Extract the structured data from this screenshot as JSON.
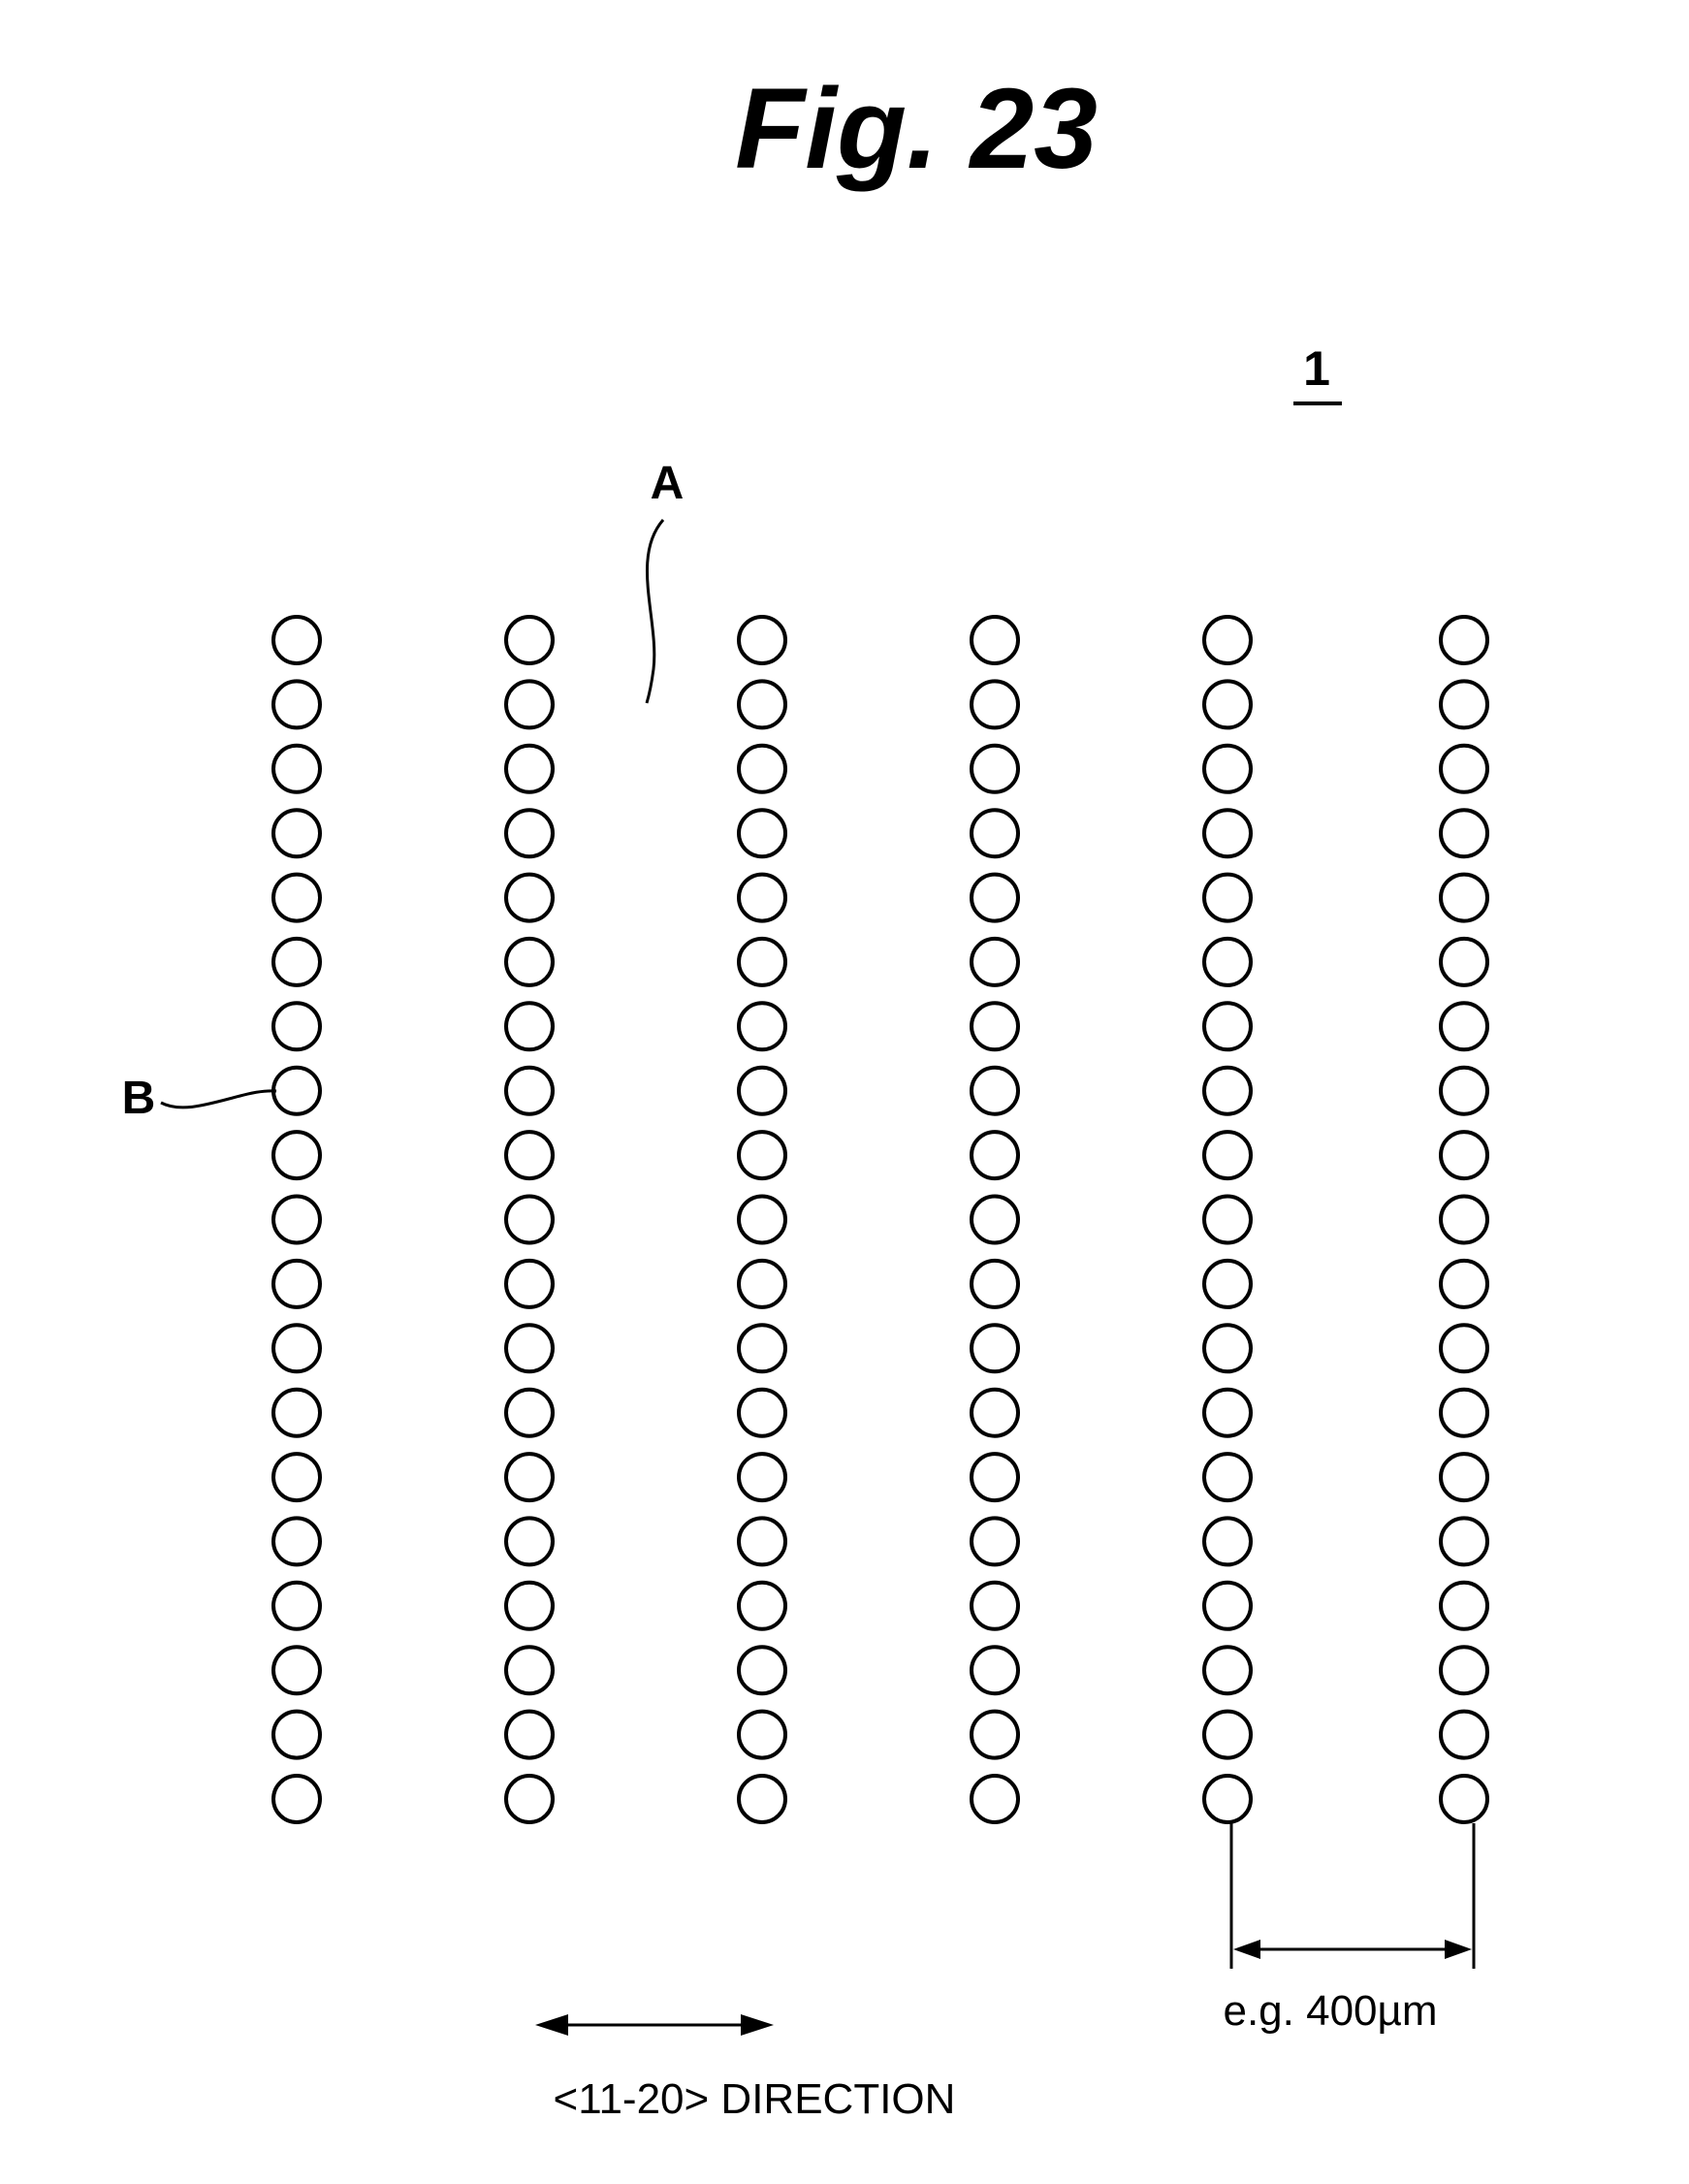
{
  "figure": {
    "title": "Fig. 23",
    "reference_numeral": "1",
    "label_a": "A",
    "label_b": "B",
    "spacing_label": "e.g. 400µm",
    "direction_label": "<11-20> DIRECTION"
  },
  "grid": {
    "columns": 6,
    "dots_per_column": 19
  }
}
